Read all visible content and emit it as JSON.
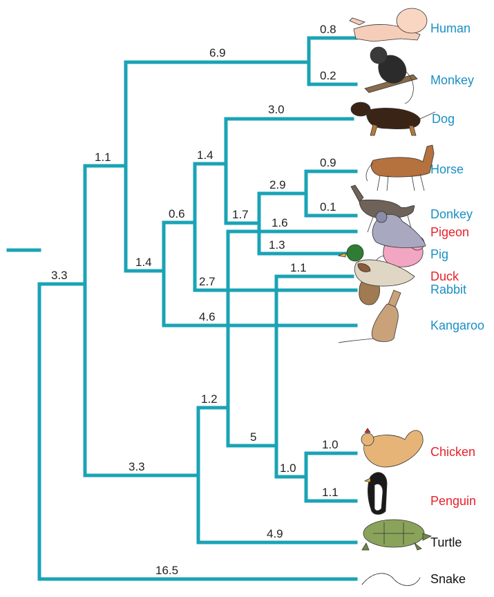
{
  "diagram": {
    "type": "phylogenetic-tree",
    "colors": {
      "branch": "#1aa3b5",
      "mammal_label": "#1a8fc4",
      "bird_label": "#e8202a",
      "reptile_label": "#111111",
      "branch_length_text": "#222222"
    },
    "taxa": [
      {
        "id": "human",
        "name": "Human",
        "group": "mammal"
      },
      {
        "id": "monkey",
        "name": "Monkey",
        "group": "mammal"
      },
      {
        "id": "dog",
        "name": "Dog",
        "group": "mammal"
      },
      {
        "id": "horse",
        "name": "Horse",
        "group": "mammal"
      },
      {
        "id": "donkey",
        "name": "Donkey",
        "group": "mammal"
      },
      {
        "id": "pig",
        "name": "Pig",
        "group": "mammal"
      },
      {
        "id": "rabbit",
        "name": "Rabbit",
        "group": "mammal"
      },
      {
        "id": "kangaroo",
        "name": "Kangaroo",
        "group": "mammal"
      },
      {
        "id": "pigeon",
        "name": "Pigeon",
        "group": "bird"
      },
      {
        "id": "duck",
        "name": "Duck",
        "group": "bird"
      },
      {
        "id": "chicken",
        "name": "Chicken",
        "group": "bird"
      },
      {
        "id": "penguin",
        "name": "Penguin",
        "group": "bird"
      },
      {
        "id": "turtle",
        "name": "Turtle",
        "group": "reptile"
      },
      {
        "id": "snake",
        "name": "Snake",
        "group": "reptile"
      }
    ],
    "branch_lengths": {
      "root_to_ingroup": "3.3",
      "root_to_snake": "16.5",
      "ingroup_to_mammals": "1.1",
      "ingroup_to_sauropsids": "3.3",
      "mammals_to_primates": "6.9",
      "primates_to_human": "0.8",
      "primates_to_monkey": "0.2",
      "mammals_to_placental_core": "1.4",
      "placental_core_to_eutheria": "0.6",
      "eutheria_to_kangaroo": "4.6",
      "eutheria_to_ungulate_dog": "1.4",
      "eutheria_to_rabbit": "2.7",
      "ungulate_dog_to_dog": "3.0",
      "ungulate_dog_to_ungulates": "1.7",
      "ungulates_to_equids": "2.9",
      "ungulates_to_pig": "1.3",
      "equids_to_horse": "0.9",
      "equids_to_donkey": "0.1",
      "sauropsids_to_birds": "1.2",
      "sauropsids_to_turtle": "4.9",
      "birds_to_pigeon": "1.6",
      "birds_to_others": "5",
      "others_to_duck": "1.1",
      "others_to_galloanserae": "1.0",
      "galloanserae_to_chicken": "1.0",
      "galloanserae_to_penguin": "1.1"
    }
  }
}
